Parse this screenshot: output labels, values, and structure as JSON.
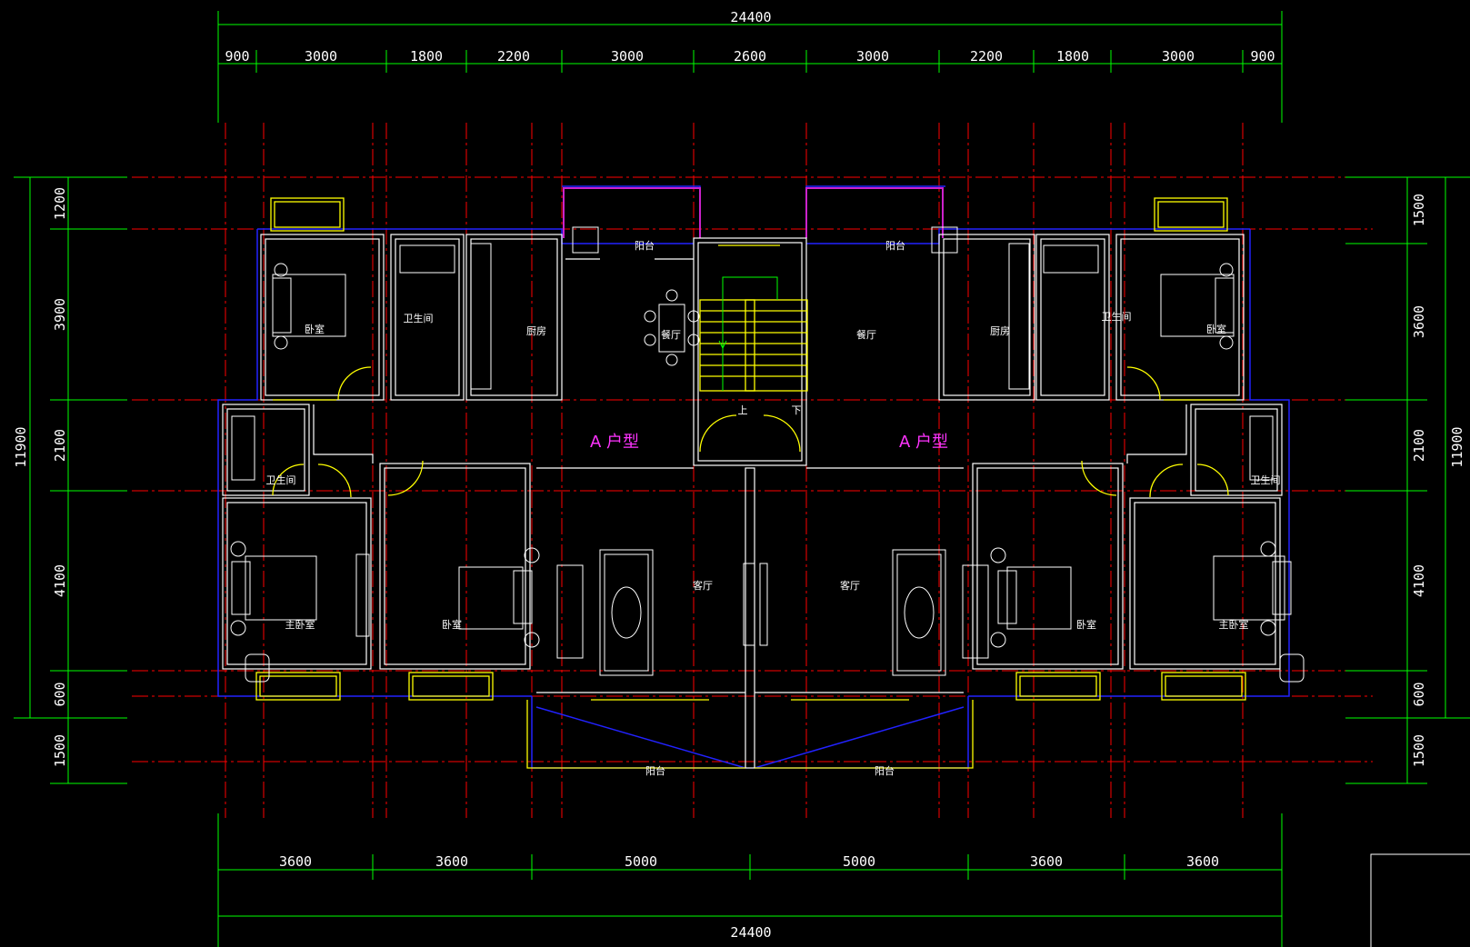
{
  "drawing": {
    "total_width": "24400",
    "total_depth": "11900",
    "top_dims": [
      "900",
      "3000",
      "1800",
      "2200",
      "3000",
      "2600",
      "3000",
      "2200",
      "1800",
      "3000",
      "900"
    ],
    "bottom_dims": [
      "3600",
      "3600",
      "5000",
      "5000",
      "3600",
      "3600"
    ],
    "left_dims": [
      "1200",
      "3900",
      "2100",
      "4100",
      "600",
      "1500"
    ],
    "right_dims": [
      "1500",
      "3600",
      "2100",
      "4100",
      "600",
      "1500"
    ]
  },
  "rooms": {
    "bedroom": "卧室",
    "master_bedroom": "主卧室",
    "bathroom": "卫生间",
    "kitchen": "厨房",
    "dining": "餐厅",
    "living": "客厅",
    "balcony": "阳台",
    "stair_up": "上",
    "stair_down": "下",
    "unit_type": "A 户型"
  },
  "colors": {
    "background": "#000000",
    "dimension": "#00ff00",
    "axis": "#ff0000",
    "wall": "#ffffff",
    "outline": "#2222ff",
    "fixture": "#ffff00",
    "label": "#ff33ff",
    "balcony_frame": "#cc22cc"
  }
}
